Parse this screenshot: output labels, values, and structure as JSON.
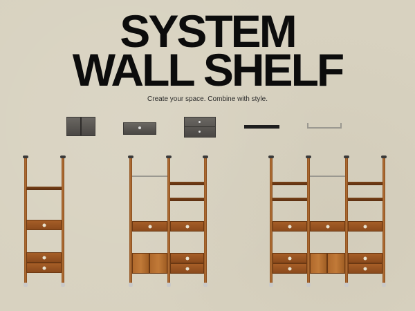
{
  "header": {
    "title_line1": "SYSTEM",
    "title_line2": "WALL SHELF",
    "tagline": "Create your space. Combine with style."
  },
  "components": [
    {
      "name": "cabinet-two-door",
      "icon": "cabinet-icon"
    },
    {
      "name": "single-drawer",
      "icon": "drawer-icon"
    },
    {
      "name": "double-drawer",
      "icon": "double-drawer-icon"
    },
    {
      "name": "dark-shelf",
      "icon": "shelf-dark-icon"
    },
    {
      "name": "light-rail",
      "icon": "rail-icon"
    }
  ],
  "configurations": [
    {
      "name": "one-bay",
      "bays": 1
    },
    {
      "name": "two-bay",
      "bays": 2
    },
    {
      "name": "three-bay",
      "bays": 3
    }
  ],
  "colors": {
    "background": "#d8d2c0",
    "title": "#0c0c0c",
    "wood": "#a65e27"
  }
}
